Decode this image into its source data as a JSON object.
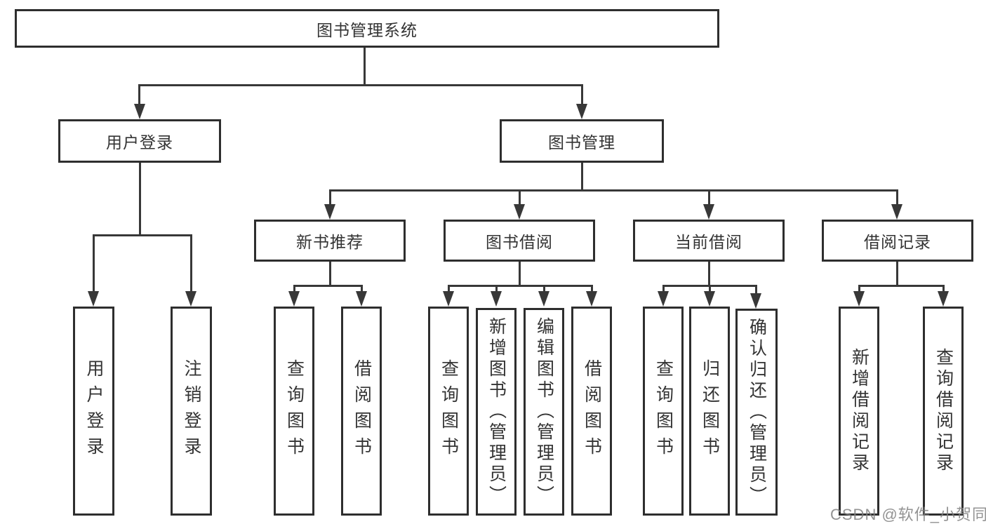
{
  "tree": {
    "root": "图书管理系统",
    "user_login": {
      "label": "用户登录",
      "children": [
        "用户登录",
        "注销登录"
      ]
    },
    "book_management": {
      "label": "图书管理",
      "branches": {
        "new_book_recommend": {
          "label": "新书推荐",
          "children": [
            "查询图书",
            "借阅图书"
          ]
        },
        "book_borrowing": {
          "label": "图书借阅",
          "children": [
            "查询图书",
            "新增图书（管理员）",
            "编辑图书（管理员）",
            "借阅图书"
          ]
        },
        "current_borrowing": {
          "label": "当前借阅",
          "children": [
            "查询图书",
            "归还图书",
            "确认归还（管理员）"
          ]
        },
        "borrowing_records": {
          "label": "借阅记录",
          "children": [
            "新增借阅记录",
            "查询借阅记录"
          ]
        }
      }
    }
  },
  "colors": {
    "line": "#383838",
    "box_border": "#2e2e2e",
    "text": "#333333",
    "watermark": "#808080"
  },
  "watermark": "CSDN @软件_小贺同学"
}
